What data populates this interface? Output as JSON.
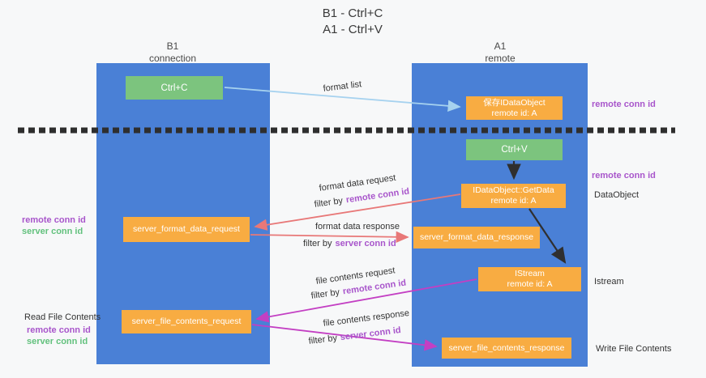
{
  "title": {
    "line1": "B1 - Ctrl+C",
    "line2": "A1 - Ctrl+V"
  },
  "columns": {
    "left": {
      "name": "B1",
      "role": "connection"
    },
    "right": {
      "name": "A1",
      "role": "remote"
    }
  },
  "boxes": {
    "ctrl_c": {
      "label": "Ctrl+C"
    },
    "save_dataobject": {
      "line1": "保存IDataObject",
      "line2": "remote id: A"
    },
    "ctrl_v": {
      "label": "Ctrl+V"
    },
    "getdata": {
      "line1": "IDataObject::GetData",
      "line2": "remote id: A"
    },
    "server_format_data_request": {
      "label": "server_format_data_request"
    },
    "server_format_data_response": {
      "label": "server_format_data_response"
    },
    "istream": {
      "line1": "IStream",
      "line2": "remote id: A"
    },
    "server_file_contents_request": {
      "label": "server_file_contents_request"
    },
    "server_file_contents_response": {
      "label": "server_file_contents_response"
    }
  },
  "flow_labels": {
    "format_list": "format list",
    "format_data_request": "format data request",
    "format_data_response": "format data response",
    "file_contents_request": "file contents request",
    "file_contents_response": "file contents response",
    "filter_by": "filter by",
    "remote_conn_id": "remote conn id",
    "server_conn_id": "server conn id"
  },
  "side_labels": {
    "remote_conn_id": "remote conn id",
    "server_conn_id": "server conn id",
    "dataobject": "DataObject",
    "istream": "Istream",
    "read_file_contents": "Read File Contents",
    "write_file_contents": "Write File Contents"
  },
  "colors": {
    "background": "#f7f8f9",
    "column_blue": "#4a80d6",
    "box_green": "#7cc47e",
    "box_orange": "#f8ac42",
    "arrow_light_blue": "#a6d2ef",
    "arrow_salmon": "#e87878",
    "arrow_magenta": "#c33fc3",
    "arrow_black": "#2f2f2f",
    "dashed_line": "#2e2e2e",
    "text_purple": "#a855cb",
    "text_green": "#62c17d",
    "text_dark": "#333333"
  }
}
